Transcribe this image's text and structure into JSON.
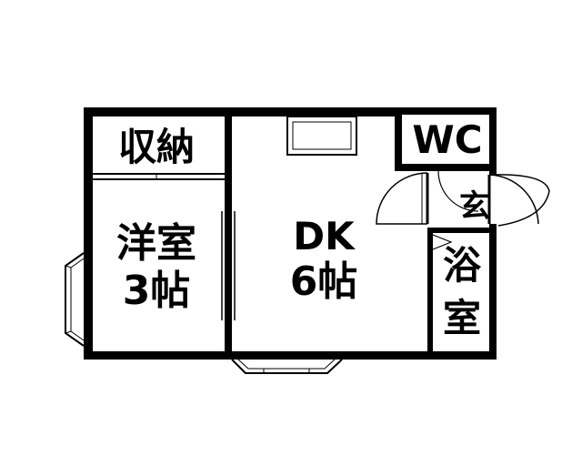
{
  "rooms": {
    "closet": "収納",
    "western_room": {
      "name": "洋室",
      "size": "3帖"
    },
    "dk": {
      "name": "DK",
      "size": "6帖"
    },
    "wc": "WC",
    "entrance": "玄",
    "bath": {
      "line1": "浴",
      "line2": "室"
    }
  },
  "colors": {
    "wall": "#000000",
    "background": "#ffffff"
  }
}
